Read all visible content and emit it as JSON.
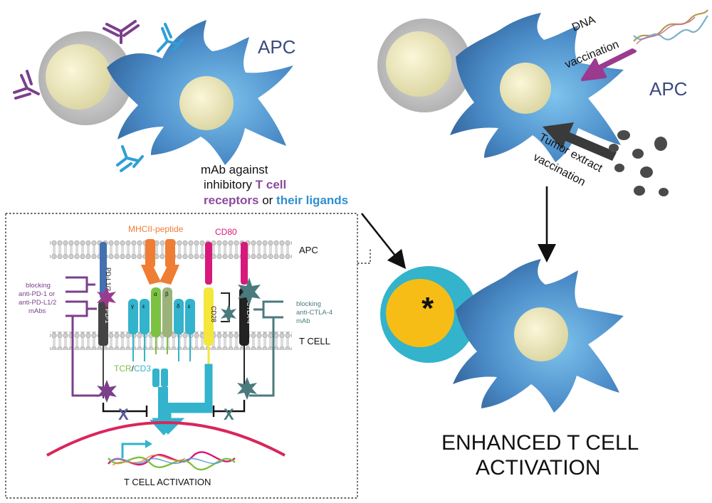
{
  "labels": {
    "apc_left": "APC",
    "apc_right": "APC",
    "dna_line1": "DNA",
    "dna_line2": "vaccination",
    "tumor_line1": "Tumor extract",
    "tumor_line2": "vaccination",
    "mab_line1": "mAb against",
    "mab_line2a": "inhibitory ",
    "mab_line2b": "T cell",
    "mab_line3a": "receptors",
    "mab_line3b": " or ",
    "mab_line3c": "their ligands",
    "inset_apc": "APC",
    "inset_tcell": "T CELL",
    "mhcii": "MHCII-peptide",
    "cd80": "CD80",
    "cd28": "CD28",
    "ctla4": "CTLA-4",
    "pdl": "PD-L1/2",
    "pd1": "PD-1",
    "tcr": "TCR",
    "slash": "/",
    "cd3": "CD3",
    "blocking_pd_1": "blocking",
    "blocking_pd_2": "anti-PD-1 or",
    "blocking_pd_3": "anti-PD-L1/2",
    "blocking_pd_4": "mAbs",
    "blocking_ctla_1": "blocking",
    "blocking_ctla_2": "anti-CTLA-4",
    "blocking_ctla_3": "mAb",
    "x_left": "X",
    "x_right": "X",
    "tcell_activation": "T CELL ACTIVATION",
    "enhanced_1": "ENHANCED T CELL",
    "enhanced_2": "ACTIVATION",
    "asterisk": "*",
    "greek_gamma": "γ",
    "greek_eps": "ε",
    "greek_alpha": "α",
    "greek_beta": "β",
    "greek_delta": "δ"
  },
  "colors": {
    "apc_blue": "#4a8bc7",
    "nucleus": "#f4efc0",
    "tcell_gray": "#c8c8c8",
    "purple": "#7b3f8c",
    "teal_blue": "#2e9fd6",
    "orange": "#ef7d33",
    "magenta": "#d6197a",
    "yellow": "#f5e63c",
    "green": "#7cc242",
    "cyan": "#33b3cc",
    "dark_teal": "#4b7a7e",
    "red_arc": "#d9265c"
  }
}
